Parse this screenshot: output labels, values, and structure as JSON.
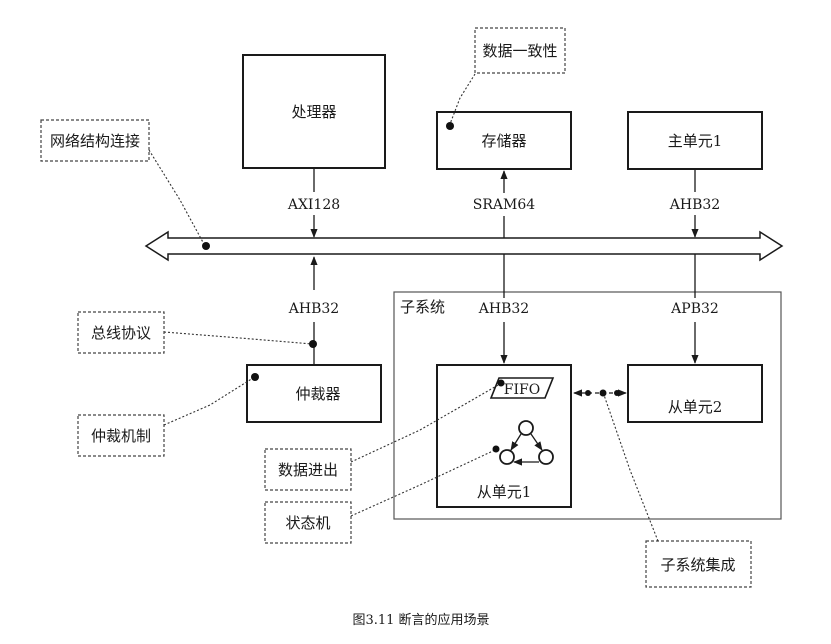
{
  "blocks": {
    "processor": "处理器",
    "memory": "存储器",
    "master1": "主单元1",
    "arbiter": "仲裁器",
    "slave2": "从单元2",
    "slave1": "从单元1",
    "fifo": "FIFO"
  },
  "buses": {
    "axi128": "AXI128",
    "sram64": "SRAM64",
    "ahb32_master": "AHB32",
    "ahb32_arbiter": "AHB32",
    "ahb32_sub": "AHB32",
    "apb32": "APB32"
  },
  "subsystem_label": "子系统",
  "annotations": {
    "data_coherence": "数据一致性",
    "network_connection": "网络结构连接",
    "bus_protocol": "总线协议",
    "arbitration": "仲裁机制",
    "data_io": "数据进出",
    "state_machine": "状态机",
    "subsystem_integration": "子系统集成"
  },
  "caption": "图3.11 断言的应用场景"
}
